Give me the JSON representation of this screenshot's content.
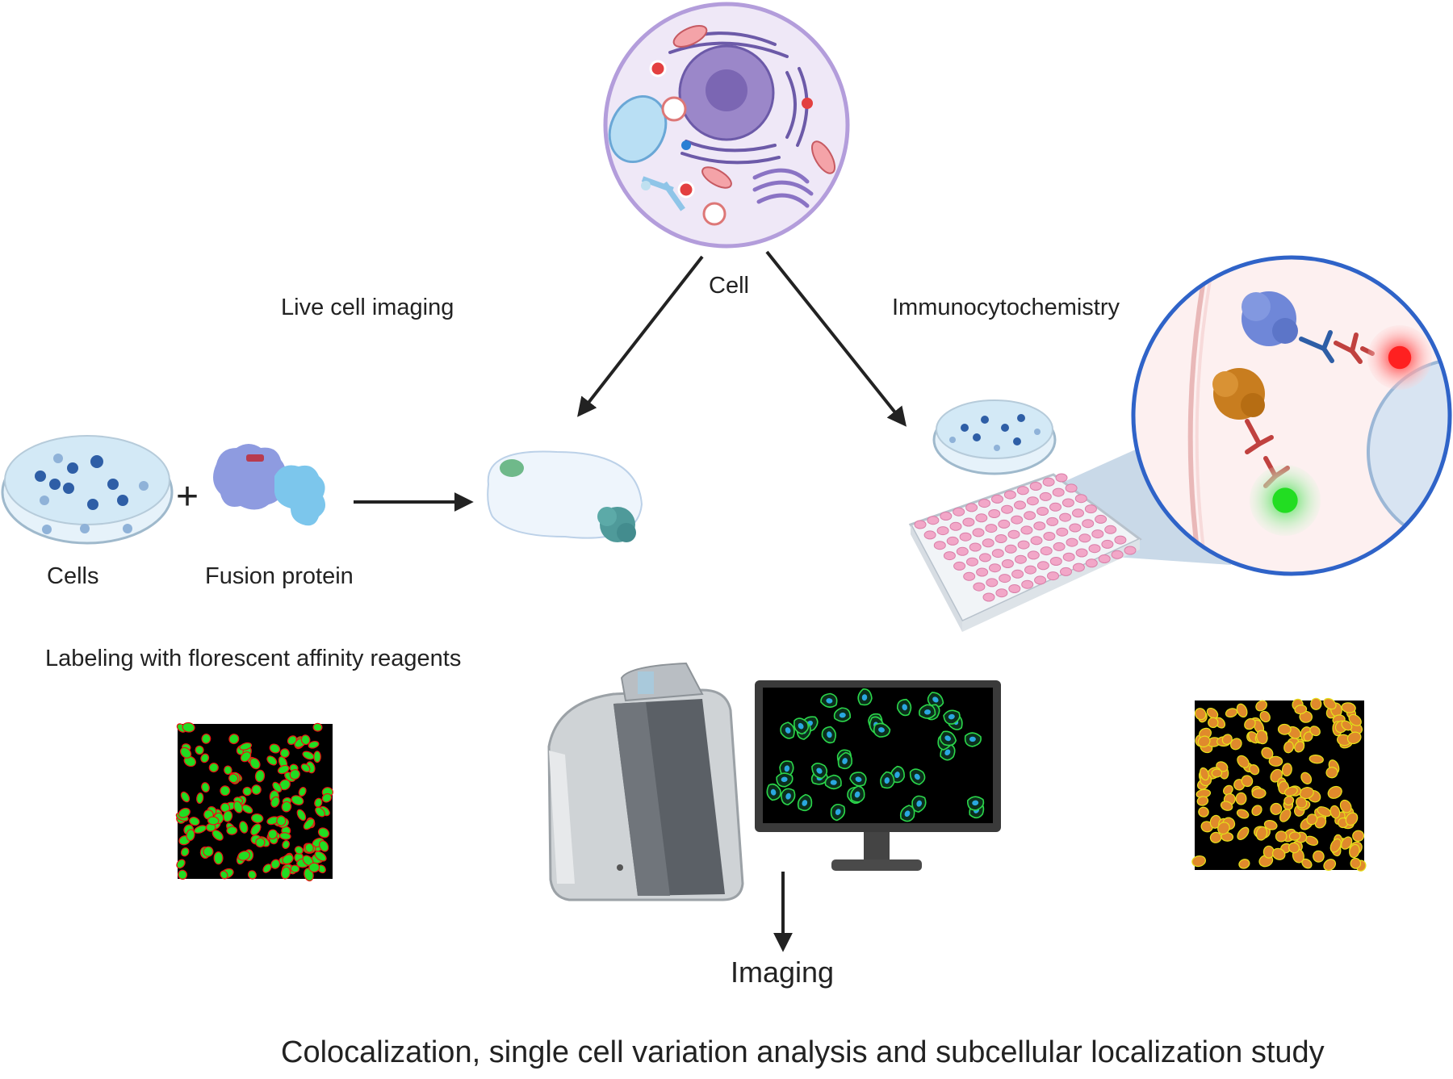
{
  "labels": {
    "cell": "Cell",
    "live_cell_imaging": "Live cell imaging",
    "immunocytochemistry": "Immunocytochemistry",
    "cells": "Cells",
    "fusion_protein": "Fusion protein",
    "labeling": "Labeling with florescent affinity reagents",
    "imaging": "Imaging",
    "conclusion": "Colocalization, single cell variation analysis and subcellular localization study"
  },
  "symbols": {
    "plus": "+"
  },
  "colors": {
    "cell_membrane": "#b39ddb",
    "cell_fill": "#efe8f7",
    "nucleus": "#8e7cc3",
    "green_fluor": "#22dd22",
    "red_fluor": "#ee1111",
    "orange_cells": "#e08a2c",
    "yellow_outline": "#e6e21a",
    "blue_nuclei": "#2aa7e0",
    "plate_pink": "#f2a7c8",
    "zoom_bg": "#fdf0f0",
    "zoom_border": "#2f63c8",
    "arrow": "#222222"
  },
  "icons": [
    "eukaryotic-cell-icon",
    "petri-dish-icon",
    "fusion-protein-icon",
    "labeled-cell-icon",
    "well-plate-icon",
    "antibody-zoom-icon",
    "imaging-system-icon",
    "monitor-icon",
    "green-red-micrograph-icon",
    "orange-yellow-micrograph-icon"
  ]
}
